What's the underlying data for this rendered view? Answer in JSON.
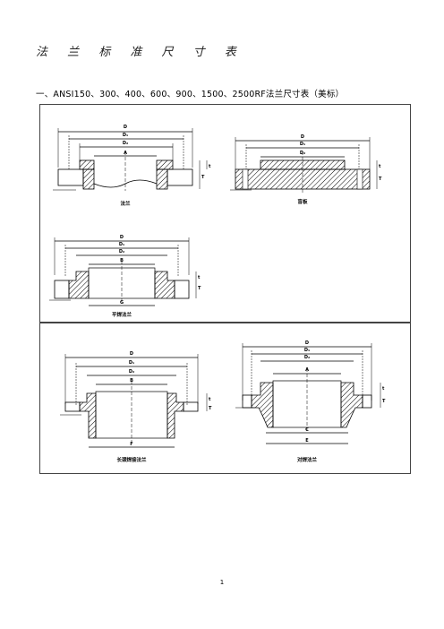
{
  "page": {
    "title": "法 兰 标 准 尺 寸 表",
    "subtitle": "一、ANSI150、300、400、600、900、1500、2500RF法兰尺寸表（美标）",
    "page_number": "1"
  },
  "figures": {
    "flange": {
      "caption": "法兰",
      "dims": [
        "D",
        "D₁",
        "D₂",
        "A"
      ]
    },
    "blind": {
      "caption": "盲板",
      "dims": [
        "D",
        "D₁",
        "D₂"
      ]
    },
    "slip_on": {
      "caption": "平焊法兰",
      "dims": [
        "D",
        "D₁",
        "D₂",
        "B",
        "G"
      ]
    },
    "socket_weld": {
      "caption": "长颈焊接法兰",
      "dims": [
        "D",
        "D₁",
        "D₂",
        "B",
        "F"
      ]
    },
    "weld_neck": {
      "caption": "对焊法兰",
      "dims": [
        "D",
        "D₁",
        "D₂",
        "A",
        "C",
        "E"
      ]
    }
  },
  "labels": {
    "thickness": "T",
    "raised_face": "t"
  }
}
